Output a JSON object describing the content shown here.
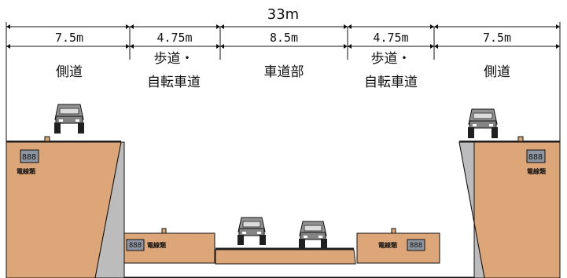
{
  "title": "",
  "total_width": "33m",
  "sections": [
    {
      "width": "7.5m",
      "name": "側道",
      "name_line2": ""
    },
    {
      "width": "4.75m",
      "name": "歩道・",
      "name_line2": "自転車道"
    },
    {
      "width": "8.5m",
      "name": "車道部",
      "name_line2": ""
    },
    {
      "width": "4.75m",
      "name": "歩道・",
      "name_line2": "自転車道"
    },
    {
      "width": "7.5m",
      "name": "側道",
      "name_line2": ""
    }
  ],
  "utility_label": "電線類",
  "colors": {
    "soil": "#dca678",
    "concrete": "#bcbcbc",
    "road": "#202020",
    "car_body": "#929292"
  }
}
